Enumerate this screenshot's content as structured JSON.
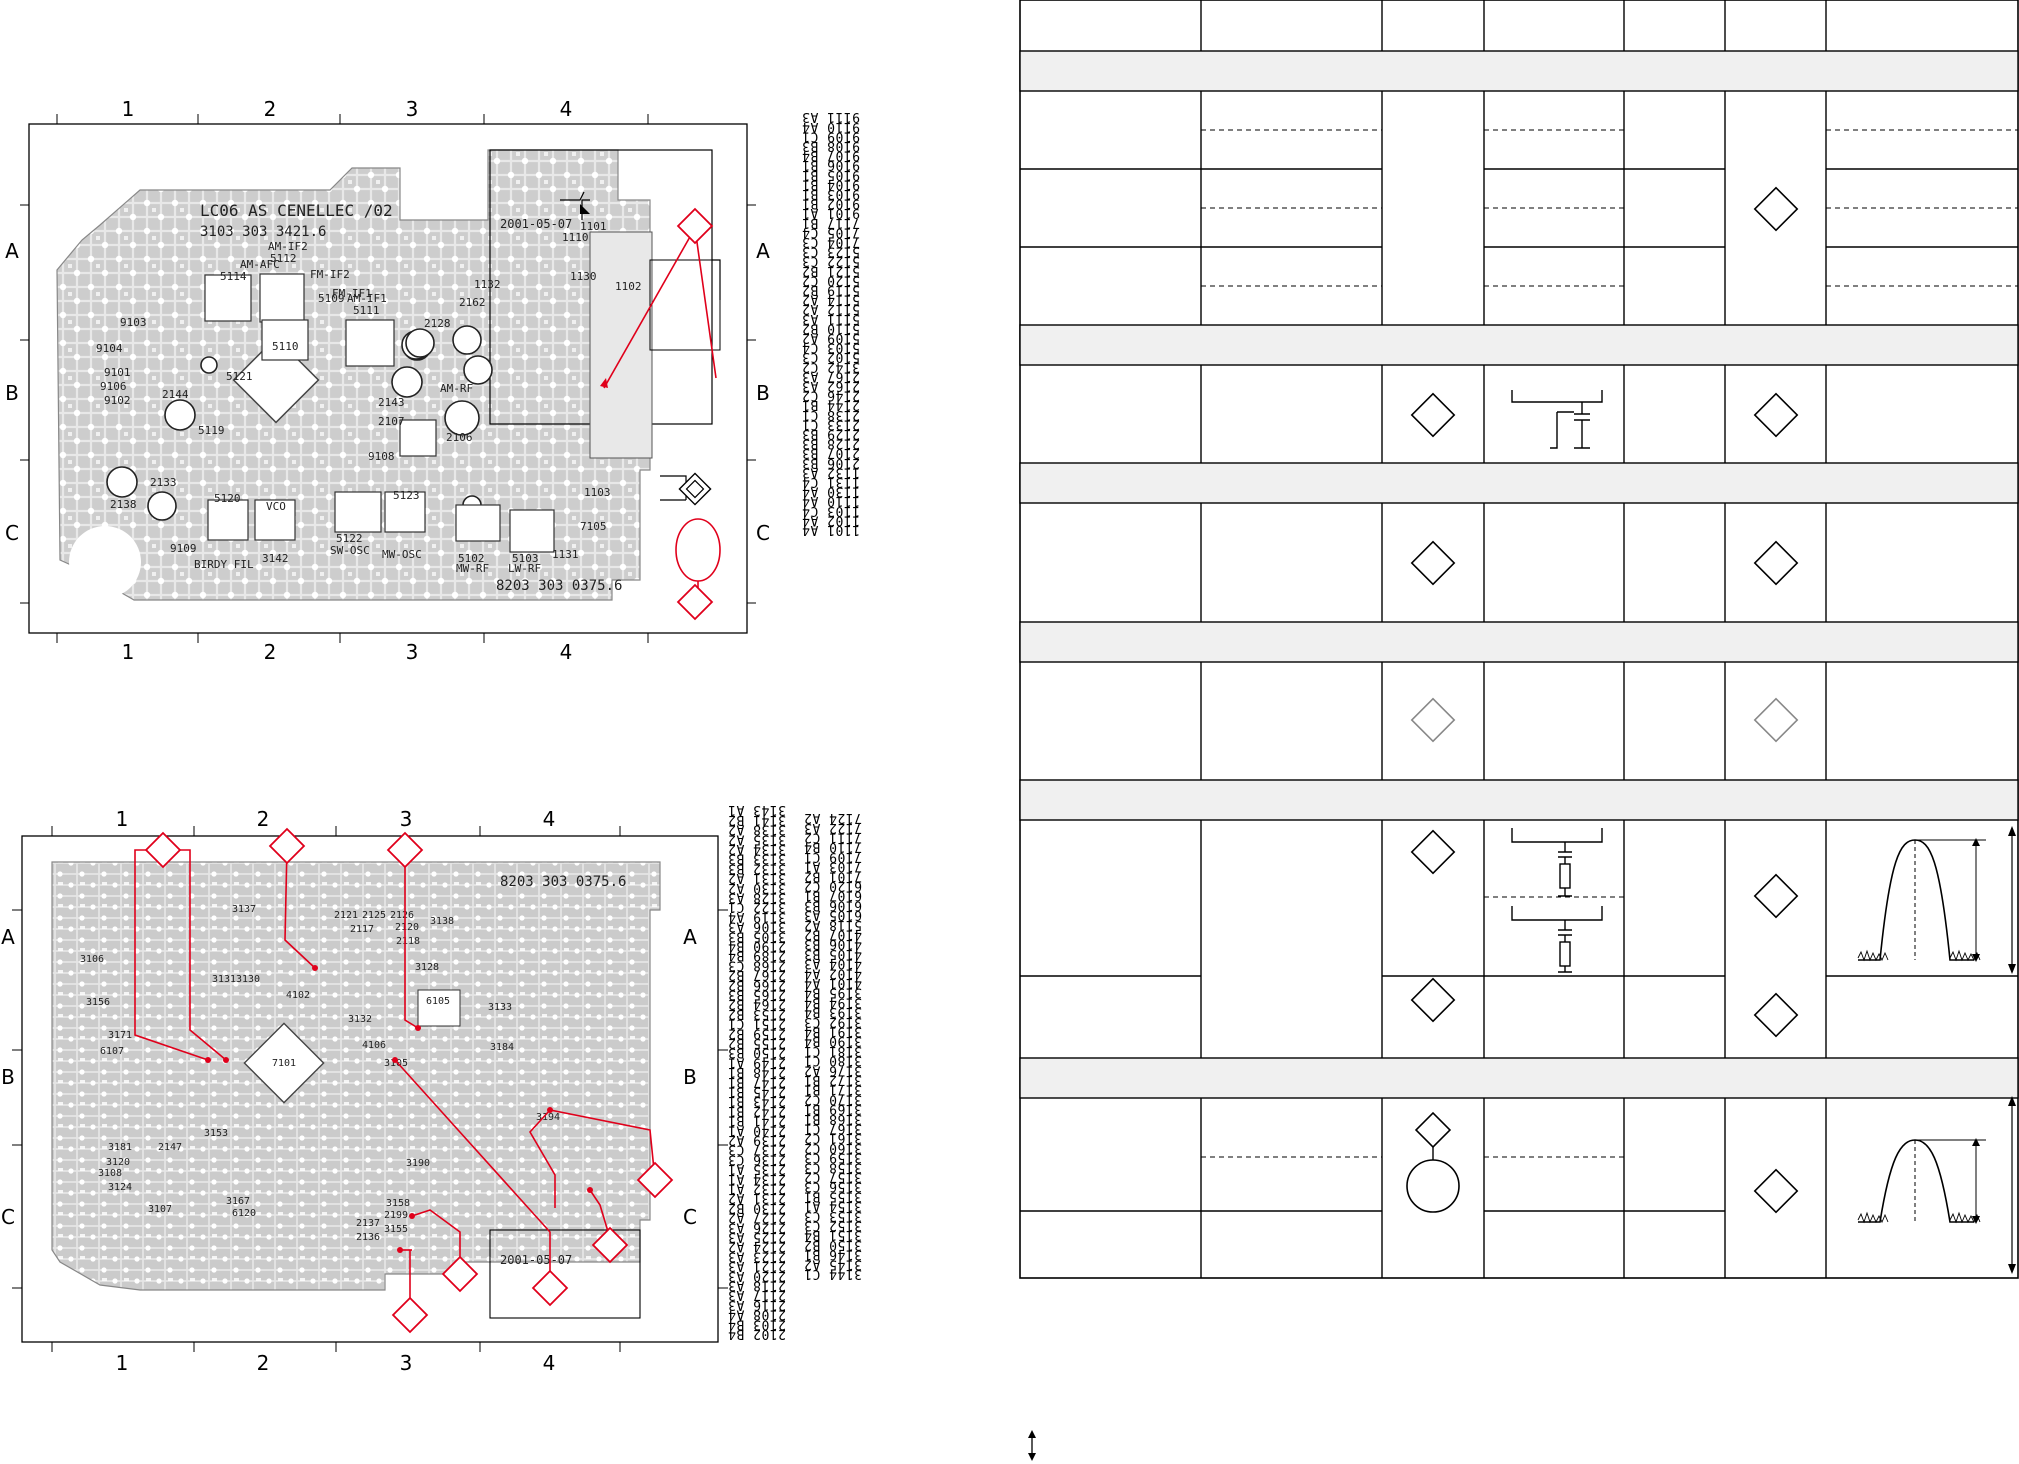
{
  "top_board": {
    "grid_columns": [
      "1",
      "2",
      "3",
      "4"
    ],
    "grid_rows": [
      "A",
      "B",
      "C"
    ],
    "board_marking": "LC06 AS CENELLEC /02",
    "board_number": "3103 303 3421.6",
    "bottom_stamp": "8203 303 0375.6",
    "date_stamp": "2001-05-07",
    "component_labels": [
      {
        "t": "AM-IF2"
      },
      {
        "t": "AM-AFC"
      },
      {
        "t": "5114"
      },
      {
        "t": "5112"
      },
      {
        "t": "FM-IF2"
      },
      {
        "t": "FM-IF1"
      },
      {
        "t": "5109"
      },
      {
        "t": "AM-IF1"
      },
      {
        "t": "5111"
      },
      {
        "t": "5110"
      },
      {
        "t": "2128"
      },
      {
        "t": "2162"
      },
      {
        "t": "1132"
      },
      {
        "t": "1110"
      },
      {
        "t": "1101"
      },
      {
        "t": "1130"
      },
      {
        "t": "1102"
      },
      {
        "t": "9103"
      },
      {
        "t": "9104"
      },
      {
        "t": "9102"
      },
      {
        "t": "9101"
      },
      {
        "t": "5121"
      },
      {
        "t": "2144"
      },
      {
        "t": "5119"
      },
      {
        "t": "2133"
      },
      {
        "t": "2138"
      },
      {
        "t": "9108"
      },
      {
        "t": "5123"
      },
      {
        "t": "2106"
      },
      {
        "t": "AM-RF"
      },
      {
        "t": "2143"
      },
      {
        "t": "2107"
      },
      {
        "t": "5120"
      },
      {
        "t": "VCO"
      },
      {
        "t": "5122"
      },
      {
        "t": "SW-OSC"
      },
      {
        "t": "MW-OSC"
      },
      {
        "t": "5102"
      },
      {
        "t": "MW-RF"
      },
      {
        "t": "5103"
      },
      {
        "t": "LW-RF"
      },
      {
        "t": "1131"
      },
      {
        "t": "7105"
      },
      {
        "t": "1103"
      },
      {
        "t": "9109"
      },
      {
        "t": "BIRDY FIL"
      },
      {
        "t": "3142"
      },
      {
        "t": "9106"
      }
    ],
    "crossref_list": [
      "1101 A4",
      "1102 A4",
      "1103 C4",
      "1110 A4",
      "1130 A4",
      "1131 C4",
      "1132 A3",
      "2106 B3",
      "2107 B3",
      "2128 B3",
      "2129 B3",
      "2133 C1",
      "2138 C1",
      "2144 B1",
      "2146 C2",
      "2162 A3",
      "2167 A3",
      "3142 C2",
      "5102 C3",
      "5103 C4",
      "5109 A2",
      "5110 B2",
      "5111 A3",
      "5112 A2",
      "5114 A2",
      "5119 B2",
      "5120 C2",
      "5121 B2",
      "5122 C3",
      "5123 C3",
      "7104 C3",
      "7105 C4",
      "7117 B1",
      "9101 A1",
      "9102 B1",
      "9103 B1",
      "9104 B1",
      "9105 B1",
      "9106 B1",
      "9107 B4",
      "9108 B3",
      "9109 C1",
      "9110 A4",
      "9111 A3"
    ]
  },
  "bottom_board": {
    "grid_columns": [
      "1",
      "2",
      "3",
      "4"
    ],
    "grid_rows": [
      "A",
      "B",
      "C"
    ],
    "mirrored_number": "8203 303 0375.6",
    "date_stamp": "2001-05-07",
    "component_labels": [
      {
        "t": "3137"
      },
      {
        "t": "2121"
      },
      {
        "t": "2125"
      },
      {
        "t": "2126"
      },
      {
        "t": "3138"
      },
      {
        "t": "2117"
      },
      {
        "t": "2120"
      },
      {
        "t": "2118"
      },
      {
        "t": "3128"
      },
      {
        "t": "6105"
      },
      {
        "t": "3133"
      },
      {
        "t": "3156"
      },
      {
        "t": "3106"
      },
      {
        "t": "3171"
      },
      {
        "t": "6107"
      },
      {
        "t": "3131"
      },
      {
        "t": "3130"
      },
      {
        "t": "4102"
      },
      {
        "t": "3132"
      },
      {
        "t": "7101"
      },
      {
        "t": "4106"
      },
      {
        "t": "3105"
      },
      {
        "t": "3184"
      },
      {
        "t": "2147"
      },
      {
        "t": "3153"
      },
      {
        "t": "3181"
      },
      {
        "t": "3190"
      },
      {
        "t": "3108"
      },
      {
        "t": "3107"
      },
      {
        "t": "3194"
      },
      {
        "t": "3158"
      },
      {
        "t": "2199"
      },
      {
        "t": "3155"
      },
      {
        "t": "2137"
      },
      {
        "t": "2136"
      },
      {
        "t": "6120"
      },
      {
        "t": "3167"
      },
      {
        "t": "3124"
      },
      {
        "t": "3120"
      }
    ],
    "crossref_col1": [
      "2102 B4",
      "2103 B4",
      "2108 A4",
      "2116 A3",
      "2117 A3",
      "2118 A3",
      "2120 A3",
      "2121 A3",
      "2123 A3",
      "2124 A2",
      "2125 A3",
      "2126 A3",
      "2127 A2",
      "2130 B2",
      "2131 A2",
      "2132 A1",
      "2134 A1",
      "2135 A1",
      "2136 C3",
      "2137 C3",
      "2139 A2",
      "2140 A1",
      "2141 B1",
      "2142 B1",
      "2143 B1",
      "2145 B1",
      "2147 B1",
      "2148 B1",
      "2149 A1",
      "2150 B3",
      "2155 B2",
      "2159 B2",
      "2151 C1",
      "2153 B2",
      "2164 B2",
      "2165 B3",
      "2166 B2",
      "2167 B2",
      "2168 C3",
      "2189 B4",
      "2190 B4",
      "3105 B3",
      "3106 A3",
      "3119 A4",
      "3122 C1",
      "3128 A3",
      "3130 A2",
      "3131 A2",
      "3132 B3",
      "3133 B3",
      "3134 A2",
      "3135 A2",
      "3138 A2",
      "3141 B2",
      "3143 A1"
    ],
    "crossref_col2": [
      "3144 C1",
      "3145 A2",
      "3146 B1",
      "3150 B2",
      "3151 B4",
      "3152 C3",
      "3153 C3",
      "3154 A1",
      "3155 B1",
      "3156 C3",
      "3157 C2",
      "3158 C3",
      "3159 C3",
      "3160 C2",
      "3161 C2",
      "3167 C1",
      "3168 B1",
      "3169 B1",
      "3170 C2",
      "3171 B1",
      "3172 B1",
      "3176 A2",
      "3180 C1",
      "3181 C1",
      "3190 B4",
      "3191 B4",
      "3192 C3",
      "3193 B4",
      "3194 B4",
      "3195 B4",
      "4101 A4",
      "4102 A4",
      "4104 A3",
      "4105 B3",
      "4106 B3",
      "4107 B2",
      "5118 A2",
      "6105 A3",
      "6106 B3",
      "6107 B1",
      "6120 C2",
      "7101 B2",
      "7103 A1",
      "7109 C1",
      "7110 B4",
      "7111 C2",
      "7122 A3",
      "7124 A2"
    ]
  },
  "table": {
    "header_cells": [
      "",
      "",
      "",
      "",
      "",
      "",
      ""
    ],
    "section_rows": [
      "",
      "",
      "",
      "",
      "",
      ""
    ],
    "note": ""
  },
  "colors": {
    "marker": "#e0001b",
    "pcb_fill": "#cfcfcf",
    "pcb_trace": "#ffffff",
    "line": "#000000",
    "section_band": "#f0f0f0"
  }
}
